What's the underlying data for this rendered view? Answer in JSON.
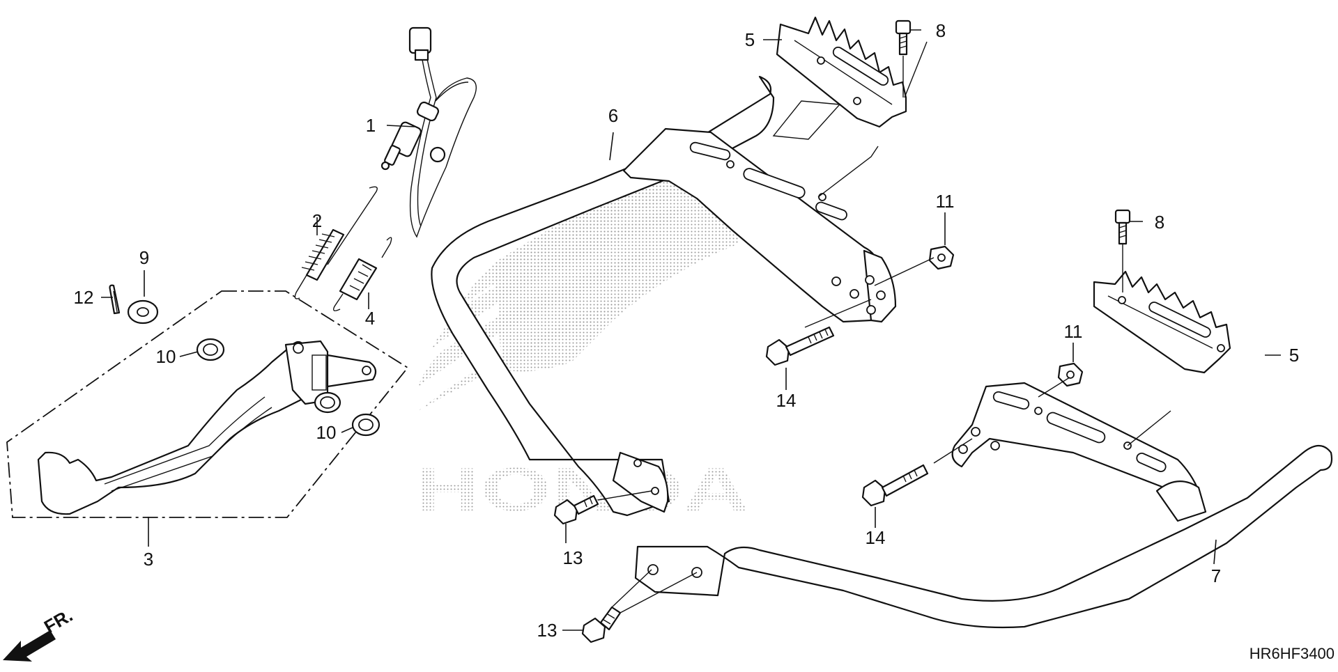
{
  "diagram": {
    "watermark_text": "HONDA",
    "diagram_code": "HR6HF3400",
    "direction_label": "FR.",
    "callouts": {
      "c1": "1",
      "c2": "2",
      "c3": "3",
      "c4": "4",
      "c5a": "5",
      "c5b": "5",
      "c6": "6",
      "c7": "7",
      "c8a": "8",
      "c8b": "8",
      "c9": "9",
      "c10a": "10",
      "c10b": "10",
      "c11a": "11",
      "c11b": "11",
      "c12": "12",
      "c13a": "13",
      "c13b": "13",
      "c14a": "14",
      "c14b": "14"
    }
  }
}
